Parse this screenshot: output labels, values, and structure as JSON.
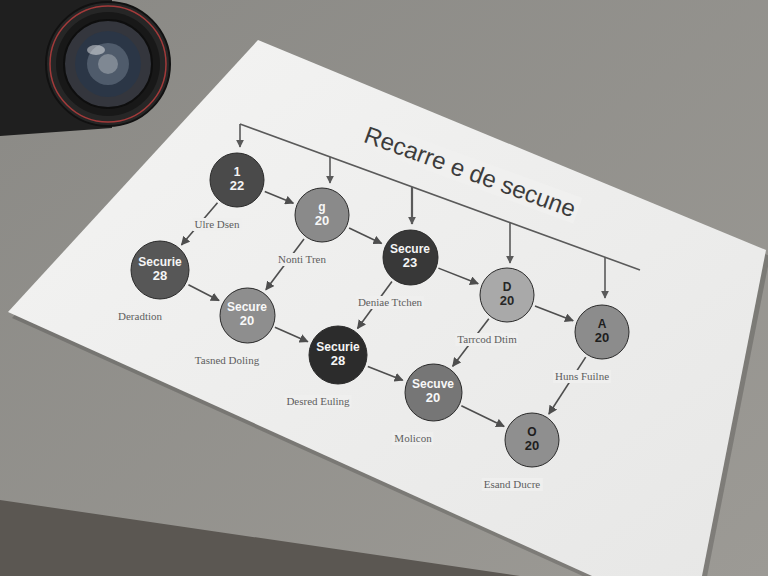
{
  "diagram": {
    "title": "Recarre e de secune",
    "nodes": [
      {
        "text": [
          "1",
          "22",
          "Ulre Dsen"
        ]
      },
      {
        "text": [
          "g",
          "20",
          "Nonti Tren"
        ]
      },
      {
        "text": [
          "Secure",
          "23",
          "Deniae Ttchen"
        ]
      },
      {
        "text": [
          "D",
          "20",
          "Tarrcod Dtim"
        ]
      },
      {
        "text": [
          "A",
          "20",
          "Huns Fuilne"
        ]
      },
      {
        "text": [
          "Securie",
          "28",
          "Deradtion"
        ]
      },
      {
        "text": [
          "Secure",
          "20",
          "Tasned Doling"
        ]
      },
      {
        "text": [
          "Securie",
          "28",
          "Desred Euling"
        ]
      },
      {
        "text": [
          "Secuve",
          "20",
          "Molicon"
        ]
      },
      {
        "text": [
          "O",
          "20",
          "Esand Ducre"
        ]
      }
    ],
    "edges": [
      {
        "from": 0,
        "to": 1,
        "arrow": "to"
      },
      {
        "from": 1,
        "to": 2,
        "arrow": "to"
      },
      {
        "from": 2,
        "to": 3,
        "arrow": "to"
      },
      {
        "from": 3,
        "to": 4,
        "arrow": "to"
      },
      {
        "from": 5,
        "to": 6,
        "arrow": "to"
      },
      {
        "from": 6,
        "to": 7,
        "arrow": "to"
      },
      {
        "from": 7,
        "to": 8,
        "arrow": "to"
      },
      {
        "from": 8,
        "to": 9,
        "arrow": "to"
      },
      {
        "from": 0,
        "to": 5,
        "arrow": "to"
      },
      {
        "from": 1,
        "to": 6,
        "arrow": "to"
      },
      {
        "from": 2,
        "to": 7,
        "arrow": "to"
      },
      {
        "from": 3,
        "to": 8,
        "arrow": "to"
      },
      {
        "from": 4,
        "to": 9,
        "arrow": "to"
      }
    ]
  }
}
